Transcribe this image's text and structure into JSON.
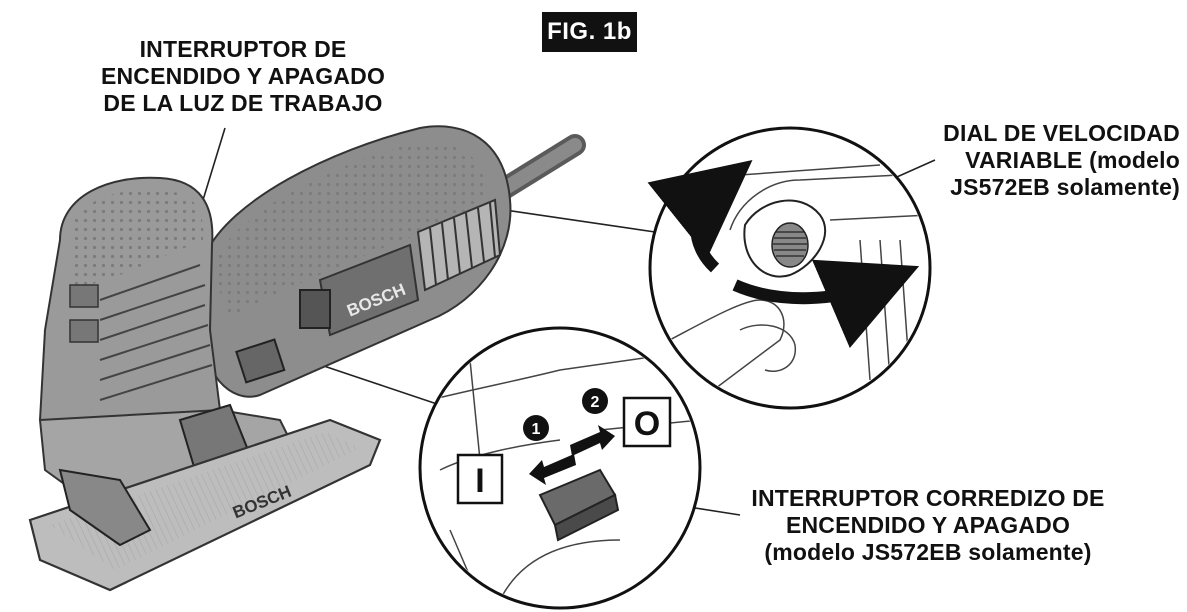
{
  "figure_label": "FIG. 1b",
  "labels": {
    "work_light": {
      "lines": [
        "INTERRUPTOR DE",
        "ENCENDIDO Y APAGADO",
        "DE LA LUZ DE TRABAJO"
      ]
    },
    "speed_dial": {
      "lines": [
        "DIAL DE VELOCIDAD",
        "VARIABLE (modelo",
        "JS572EB solamente)"
      ]
    },
    "slide_switch": {
      "lines": [
        "INTERRUPTOR CORREDIZO DE",
        "ENCENDIDO Y APAGADO",
        "(modelo JS572EB solamente)"
      ]
    }
  },
  "brand": [
    "BOSCH",
    "BOSCH"
  ],
  "steps": [
    "1",
    "2"
  ],
  "switch_symbols": {
    "on": "I",
    "off": "O"
  }
}
